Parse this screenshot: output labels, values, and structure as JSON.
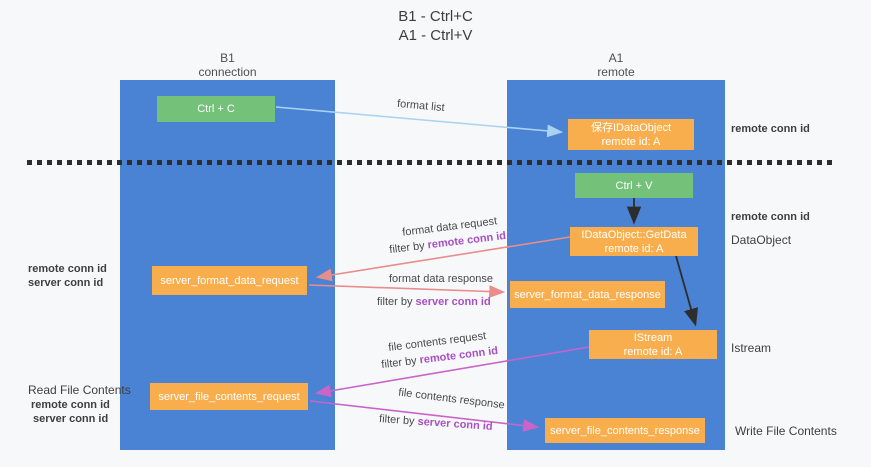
{
  "title": {
    "line1": "B1 - Ctrl+C",
    "line2": "A1 - Ctrl+V"
  },
  "lanes": {
    "left": {
      "name": "B1",
      "subtitle": "connection"
    },
    "right": {
      "name": "A1",
      "subtitle": "remote"
    }
  },
  "nodes": {
    "ctrl_c": "Ctrl + C",
    "ctrl_v": "Ctrl + V",
    "save_dataobject": {
      "line1": "保存IDataObject",
      "line2": "remote id: A"
    },
    "getdata": {
      "line1": "IDataObject::GetData",
      "line2": "remote id: A"
    },
    "istream": {
      "line1": "IStream",
      "line2": "remote id: A"
    },
    "server_format_data_request": "server_format_data_request",
    "server_format_data_response": "server_format_data_response",
    "server_file_contents_request": "server_file_contents_request",
    "server_file_contents_response": "server_file_contents_response"
  },
  "edge_labels": {
    "format_list": "format list",
    "format_data_request": "format data request",
    "format_data_response": "format data response",
    "file_contents_request": "file contents request",
    "file_contents_response": "file contents response",
    "filter_by": "filter by ",
    "remote_conn_id": "remote conn id",
    "server_conn_id": "server conn id"
  },
  "side_labels": {
    "remote_conn_id_top_right": "remote conn id",
    "remote_conn_id_mid_right": "remote conn id",
    "dataobject": "DataObject",
    "istream": "Istream",
    "write_file_contents": "Write File Contents",
    "read_file_contents": "Read File Contents",
    "remote_conn_id_left_mid": "remote conn id",
    "server_conn_id_left_mid": "server conn id",
    "remote_conn_id_left_bottom": "remote conn id",
    "server_conn_id_left_bottom": "server conn id"
  },
  "colors": {
    "lane_blue": "#4a82d4",
    "node_orange": "#f9ae4d",
    "node_green": "#74c17a",
    "arrow_light_blue": "#a9d3f2",
    "arrow_salmon": "#e88c8c",
    "arrow_magenta": "#c964c9",
    "arrow_black": "#2d2d2d",
    "conn_id_purple": "#a94fc4",
    "conn_id_green": "#4caf50",
    "background": "#f7f8fa"
  }
}
